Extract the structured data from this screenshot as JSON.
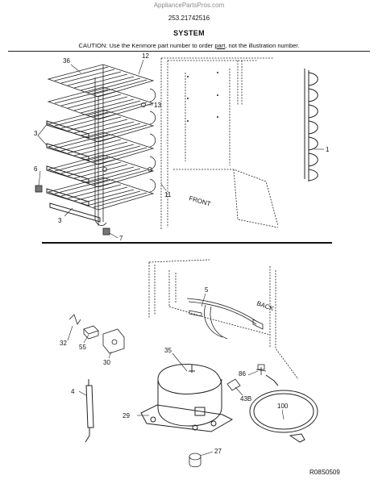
{
  "header": {
    "site": "AppliancePartsPros.com",
    "model": "253.21742516",
    "section": "SYSTEM",
    "caution_before": "CAUTION: Use the Kenmore part number to order ",
    "caution_link": "part",
    "caution_after": ", not the illustration number."
  },
  "labels": {
    "front": "FRONT",
    "back": "BACK",
    "drawing_code": "R08S0509"
  },
  "callouts": {
    "c36": "36",
    "c12": "12",
    "c13": "13",
    "c3a": "3",
    "c6": "6",
    "c3b": "3",
    "c11": "11",
    "c1": "1",
    "c7": "7",
    "c5": "5",
    "c32": "32",
    "c55": "55",
    "c30": "30",
    "c35": "35",
    "c4": "4",
    "c29": "29",
    "c86": "86",
    "c43b": "43B",
    "c100": "100",
    "c27": "27"
  }
}
